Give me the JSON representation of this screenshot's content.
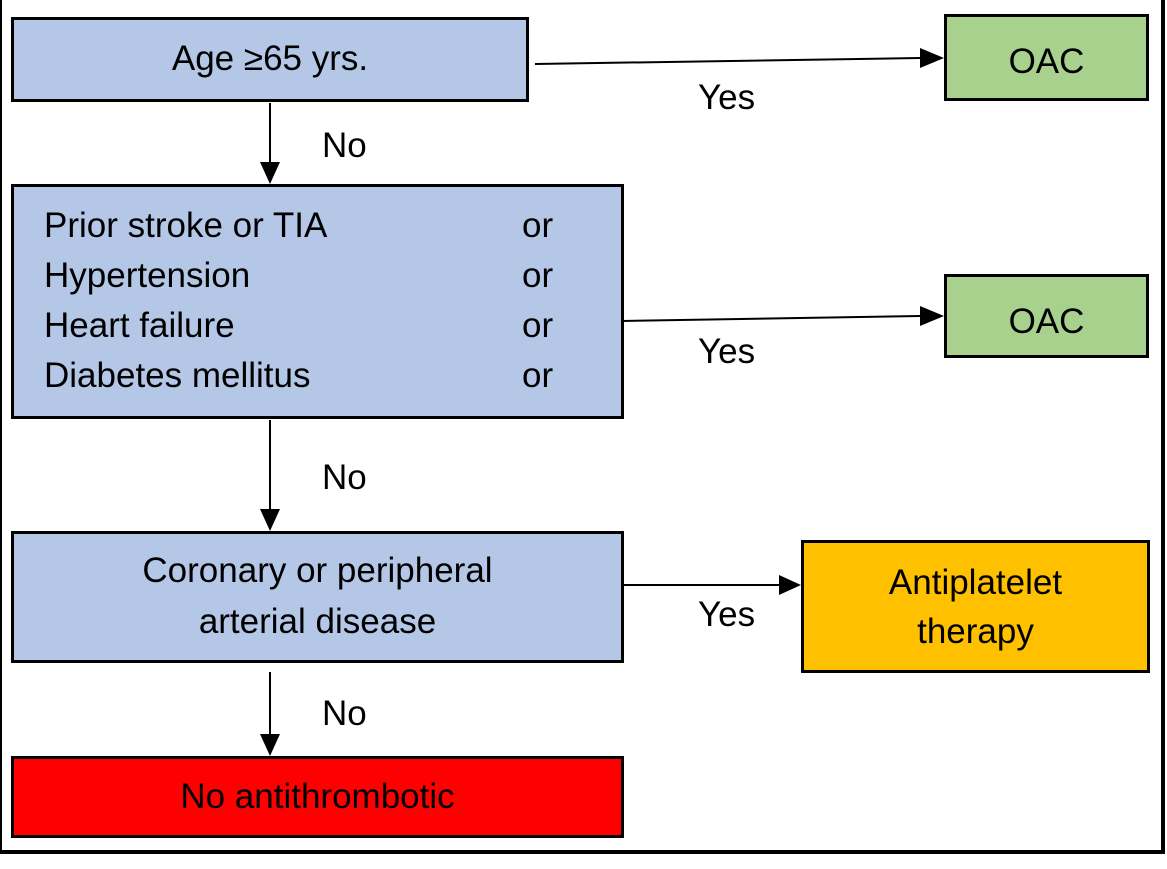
{
  "flowchart": {
    "nodes": {
      "age": {
        "label": "Age ≥65 yrs."
      },
      "risk_factors": {
        "items": [
          {
            "label": "Prior stroke or TIA",
            "connector": "or"
          },
          {
            "label": "Hypertension",
            "connector": "or"
          },
          {
            "label": "Heart failure",
            "connector": "or"
          },
          {
            "label": "Diabetes mellitus",
            "connector": "or"
          }
        ]
      },
      "vascular": {
        "line1": "Coronary or peripheral",
        "line2": "arterial disease"
      },
      "no_treatment": {
        "label": "No antithrombotic"
      },
      "oac_1": {
        "label": "OAC"
      },
      "oac_2": {
        "label": "OAC"
      },
      "antiplatelet": {
        "line1": "Antiplatelet",
        "line2": "therapy"
      }
    },
    "edges": {
      "age_yes": "Yes",
      "age_no": "No",
      "risk_yes": "Yes",
      "risk_no": "No",
      "vascular_yes": "Yes",
      "vascular_no": "No"
    },
    "colors": {
      "decision_fill": "#b4c7e7",
      "oac_fill": "#a9d18e",
      "antiplatelet_fill": "#ffc000",
      "no_treatment_fill": "#ff0000"
    }
  }
}
